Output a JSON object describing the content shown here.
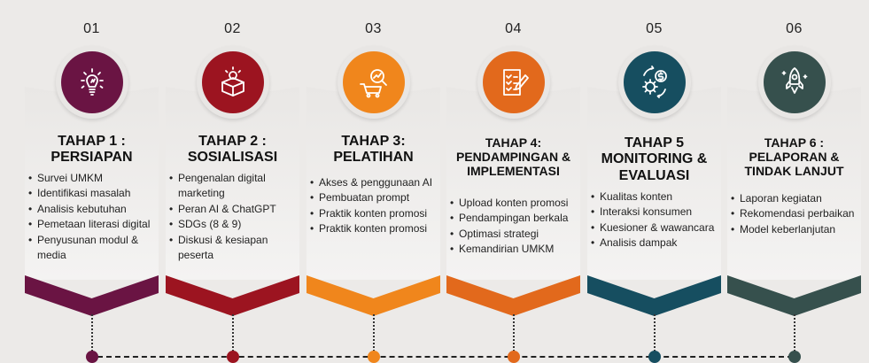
{
  "stages": [
    {
      "number": "01",
      "title": [
        "TAHAP 1 :",
        "PERSIAPAN"
      ],
      "icon": "lightbulb-icon",
      "color": "#6a1443",
      "items": [
        "Survei UMKM",
        "Identifikasi masalah",
        "Analisis kebutuhan",
        "Pemetaan literasi digital",
        "Penyusunan modul & media"
      ]
    },
    {
      "number": "02",
      "title": [
        "TAHAP 2 :",
        "SOSIALISASI"
      ],
      "icon": "box-lightbulb-icon",
      "color": "#9c1420",
      "items": [
        "Pengenalan digital marketing",
        "Peran AI & ChatGPT",
        "SDGs (8 & 9)",
        "Diskusi & kesiapan peserta"
      ]
    },
    {
      "number": "03",
      "title": [
        "TAHAP 3:",
        "PELATIHAN"
      ],
      "icon": "cart-analytics-icon",
      "color": "#f0861c",
      "items": [
        "Akses & penggunaan AI",
        "Pembuatan prompt",
        "Praktik konten promosi",
        "Praktik konten promosi"
      ]
    },
    {
      "number": "04",
      "title": [
        "TAHAP 4:",
        "PENDAMPINGAN &",
        "IMPLEMENTASI"
      ],
      "icon": "checklist-pen-icon",
      "color": "#e2691c",
      "items": [
        "Upload konten promosi",
        "Pendampingan berkala",
        "Optimasi strategi",
        "Kemandirian UMKM"
      ]
    },
    {
      "number": "05",
      "title": [
        "TAHAP 5",
        "MONITORING &",
        "EVALUASI"
      ],
      "icon": "gear-dollar-cycle-icon",
      "color": "#164e60",
      "items": [
        "Kualitas konten",
        "Interaksi konsumen",
        "Kuesioner & wawancara",
        "Analisis dampak"
      ]
    },
    {
      "number": "06",
      "title": [
        "TAHAP 6 :",
        "PELAPORAN &",
        "TINDAK LANJUT"
      ],
      "icon": "rocket-icon",
      "color": "#36504d",
      "items": [
        "Laporan kegiatan",
        "Rekomendasi perbaikan",
        "Model keberlanjutan"
      ]
    }
  ]
}
